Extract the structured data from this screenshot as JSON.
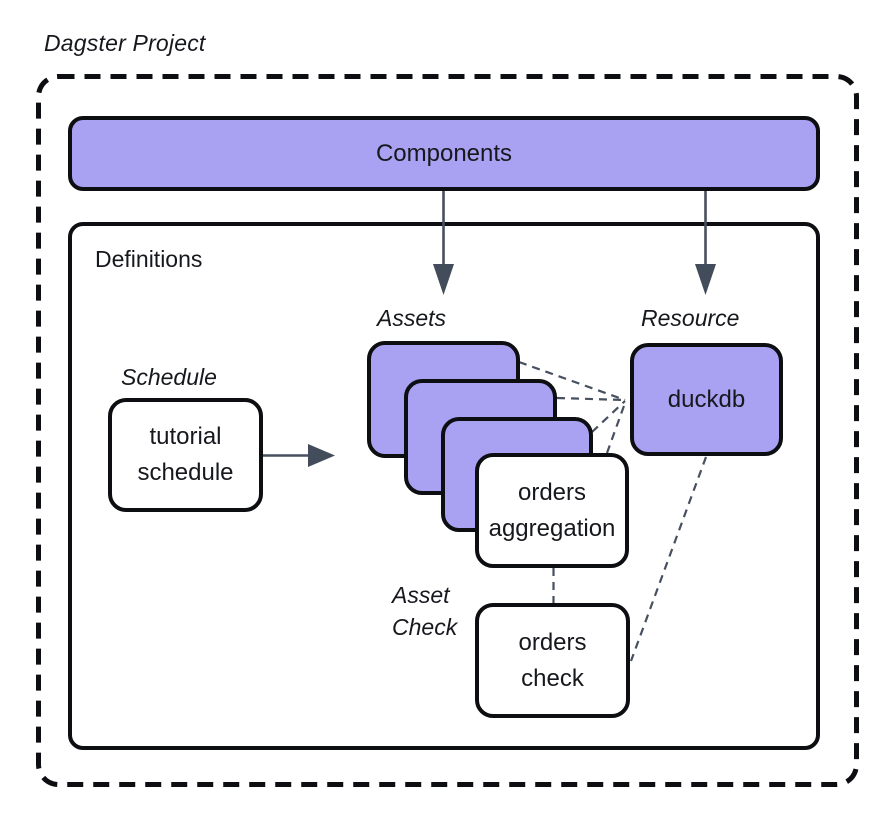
{
  "title": "Dagster Project",
  "colors": {
    "purple": "#a9a1f1",
    "box-border": "#0d0e11",
    "connector": "#47505f",
    "arrow": "#434c5a",
    "text": "#16181d"
  },
  "components": {
    "label": "Components"
  },
  "definitions": {
    "label": "Definitions"
  },
  "labels": {
    "schedule": "Schedule",
    "assets": "Assets",
    "resource": "Resource",
    "asset_check": [
      "Asset",
      "Check"
    ]
  },
  "nodes": {
    "tutorial_schedule": [
      "tutorial",
      "schedule"
    ],
    "orders_aggregation": [
      "orders",
      "aggregation"
    ],
    "duckdb": [
      "duckdb"
    ],
    "orders_check": [
      "orders",
      "check"
    ]
  }
}
